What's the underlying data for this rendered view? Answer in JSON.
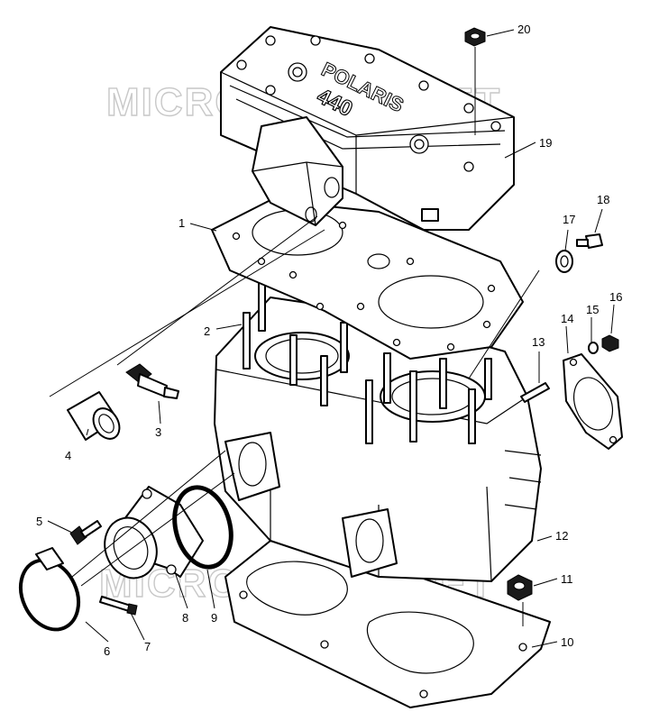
{
  "watermark": [
    "MICROFICHES.NET",
    "MICROFICHES.NET"
  ],
  "cover_text": {
    "brand": "POLARIS",
    "model": "440"
  },
  "callouts": [
    {
      "n": "1"
    },
    {
      "n": "2"
    },
    {
      "n": "3"
    },
    {
      "n": "4"
    },
    {
      "n": "5"
    },
    {
      "n": "6"
    },
    {
      "n": "7"
    },
    {
      "n": "8"
    },
    {
      "n": "9"
    },
    {
      "n": "10"
    },
    {
      "n": "11"
    },
    {
      "n": "12"
    },
    {
      "n": "13"
    },
    {
      "n": "14"
    },
    {
      "n": "15"
    },
    {
      "n": "16"
    },
    {
      "n": "17"
    },
    {
      "n": "18"
    },
    {
      "n": "19"
    },
    {
      "n": "20"
    }
  ]
}
